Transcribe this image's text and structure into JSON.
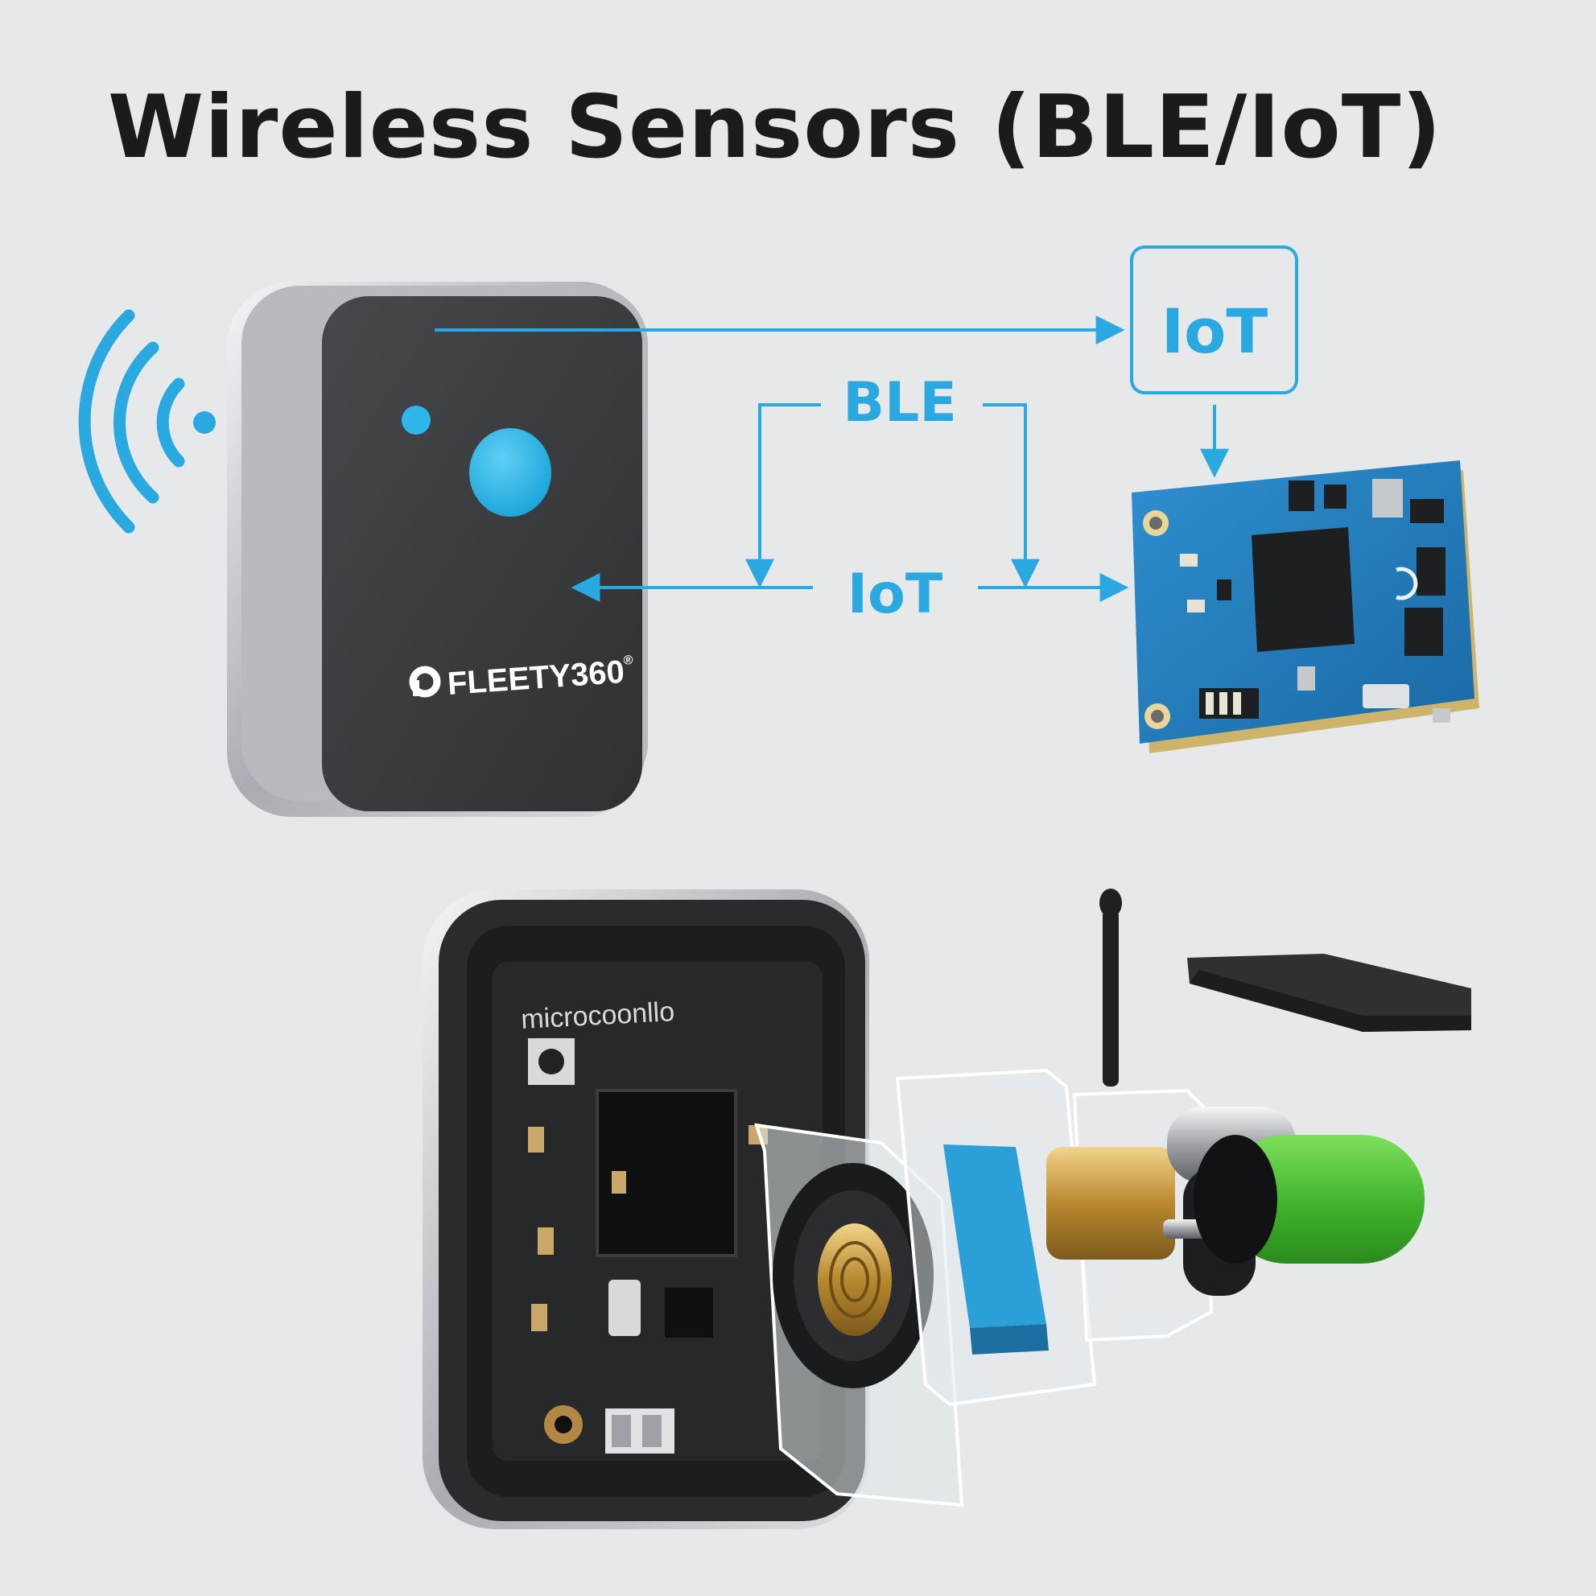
{
  "title": "Wireless Sensors (BLE/IoT)",
  "labels": {
    "iot_box": "IoT",
    "ble": "BLE",
    "iot_link": "IoT"
  },
  "device": {
    "brand": "FLEETY360",
    "trademark": "®"
  },
  "exploded_view": {
    "board_label": "microcoonllo"
  },
  "colors": {
    "background": "#e6e8ea",
    "accent": "#2aa8e0",
    "device_body": "#3a3a3c",
    "pcb_blue": "#1f79b8",
    "battery_green": "#4cc23a"
  },
  "icons": [
    "wifi-signal-icon"
  ]
}
